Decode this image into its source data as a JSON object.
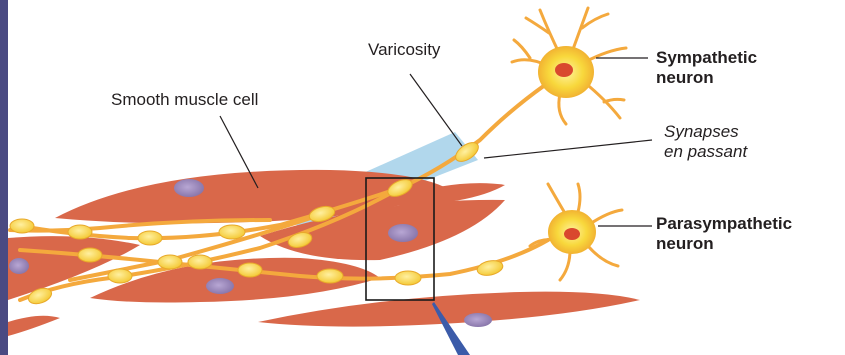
{
  "labels": {
    "varicosity": "Varicosity",
    "smooth_muscle_cell": "Smooth muscle cell",
    "sympathetic_line1": "Sympathetic",
    "sympathetic_line2": "neuron",
    "synapses_line1": "Synapses",
    "synapses_line2": "en passant",
    "parasympathetic_line1": "Parasympathetic",
    "parasympathetic_line2": "neuron"
  },
  "colors": {
    "muscle": "#d9684a",
    "nucleus": "#9d8bb5",
    "axon": "#f4a93d",
    "varicosity": "#f7d43a",
    "soma": "#f5d13a",
    "synapse_zone": "#a9d3ea",
    "edge_bar": "#4a4a82",
    "callout": "#3b5ba9"
  }
}
